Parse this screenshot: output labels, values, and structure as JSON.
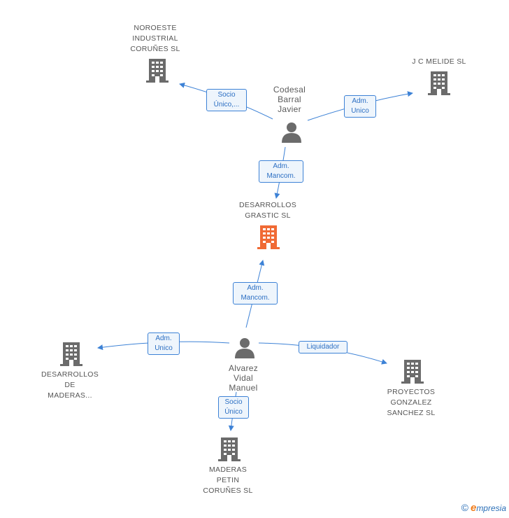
{
  "colors": {
    "edge": "#3d82d6",
    "node_gray": "#6b6b6b",
    "node_highlight": "#f06a35",
    "tag_bg": "#eef5fc"
  },
  "nodes": {
    "noroeste": {
      "label": "NOROESTE\nINDUSTRIAL\nCORUÑES SL",
      "icon": "building-icon"
    },
    "jc_melide": {
      "label": "J C MELIDE SL",
      "icon": "building-icon"
    },
    "codesal": {
      "label": "Codesal\nBarral\nJavier",
      "icon": "person-icon"
    },
    "desarrollos_grastic": {
      "label": "DESARROLLOS\nGRASTIC SL",
      "icon": "building-icon",
      "highlight": true
    },
    "desarrollos_maderas": {
      "label": "DESARROLLOS\nDE\nMADERAS...",
      "icon": "building-icon"
    },
    "alvarez": {
      "label": "Alvarez\nVidal\nManuel",
      "icon": "person-icon"
    },
    "proyectos": {
      "label": "PROYECTOS\nGONZALEZ\nSANCHEZ SL",
      "icon": "building-icon"
    },
    "maderas_petin": {
      "label": "MADERAS\nPETIN\nCORUÑES SL",
      "icon": "building-icon"
    }
  },
  "edges": {
    "codesal_noroeste": "Socio\nÚnico,...",
    "codesal_jc": "Adm.\nUnico",
    "codesal_grastic": "Adm.\nMancom.",
    "alvarez_grastic": "Adm.\nMancom.",
    "alvarez_maderas": "Adm.\nUnico",
    "alvarez_proyectos": "Liquidador",
    "alvarez_petin": "Socio\nÚnico"
  },
  "footer": {
    "copyright": "©",
    "brand_initial": "e",
    "brand_rest": "mpresia"
  }
}
